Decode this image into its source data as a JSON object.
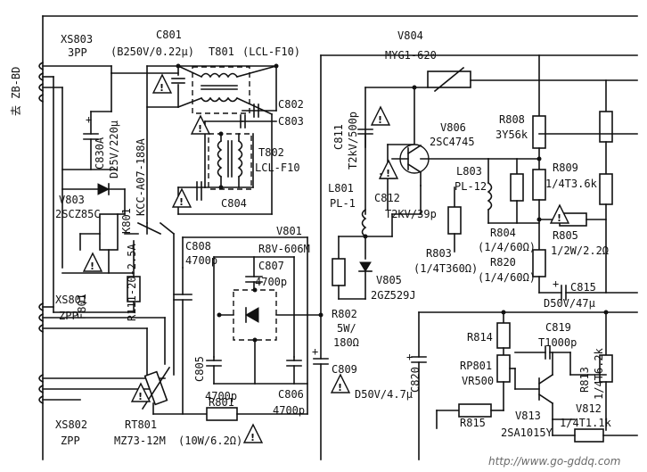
{
  "connectors": {
    "to_board": "去 ZB-BD",
    "xs803": {
      "name": "XS803",
      "type": "3PP"
    },
    "xs801": {
      "name": "XS801",
      "type": "ZPP"
    },
    "xs802": {
      "name": "XS802",
      "type": "ZPP"
    }
  },
  "components": {
    "c801": {
      "name": "C801",
      "value": "(B250V/0.22μ)"
    },
    "t801": {
      "name": "T801",
      "value": "(LCL-F10)"
    },
    "c802": {
      "name": "C802"
    },
    "c803": {
      "name": "C803"
    },
    "t802": {
      "name": "T802",
      "value": "LCL-F10"
    },
    "c804": {
      "name": "C804"
    },
    "c830a": {
      "name": "C830A",
      "value": "D25V/220μ"
    },
    "v803": {
      "name": "V803",
      "value": "2SCZ85C"
    },
    "k801": {
      "name": "K801",
      "value": "KCC-A07-188A"
    },
    "f801": {
      "name": "F801",
      "value": "R111-20-2.5A"
    },
    "v801": {
      "name": "V801",
      "value": "R8V-606M"
    },
    "c808": {
      "name": "C808",
      "value": "4700p"
    },
    "c807": {
      "name": "C807",
      "value": "4700p"
    },
    "c805": {
      "name": "C805",
      "value": "4700p"
    },
    "c806": {
      "name": "C806",
      "value": "4700p"
    },
    "rt801": {
      "name": "RT801",
      "value": "MZ73-12M"
    },
    "r801": {
      "name": "R801",
      "value": "(10W/6.2Ω)"
    },
    "v804": {
      "name": "V804",
      "value": "MYG1-620"
    },
    "c811": {
      "name": "C811",
      "value": "T2kV/500p"
    },
    "c812": {
      "name": "C812",
      "value": "T2KV/39p"
    },
    "v806": {
      "name": "V806",
      "value": "2SC4745"
    },
    "l801": {
      "name": "L801",
      "value": "PL-1"
    },
    "l803": {
      "name": "L803",
      "value": "PL-12"
    },
    "r808": {
      "name": "R808",
      "value": "3Y56k"
    },
    "r809": {
      "name": "R809",
      "value": "1/4T3.6k"
    },
    "r803": {
      "name": "R803",
      "value": "(1/4T360Ω)"
    },
    "r804": {
      "name": "R804",
      "value": "(1/4/60Ω)"
    },
    "r805": {
      "name": "R805",
      "value": "1/2W/2.2Ω"
    },
    "r820": {
      "name": "R820",
      "value": "(1/4/60Ω)"
    },
    "v805": {
      "name": "V805",
      "value": "2GZ529J"
    },
    "r802": {
      "name": "R802",
      "value": "5W/",
      "value2": "180Ω"
    },
    "c815": {
      "name": "C815",
      "value": "D50V/47μ"
    },
    "c809": {
      "name": "C809"
    },
    "c820": {
      "name": "C820",
      "value": "D50V/4.7μ"
    },
    "r814": {
      "name": "R814"
    },
    "c819": {
      "name": "C819",
      "value": "T1000p"
    },
    "rp801": {
      "name": "RP801",
      "value": "VR500"
    },
    "r813": {
      "name": "R813",
      "value": "1/4T6.2k"
    },
    "r815": {
      "name": "R815"
    },
    "v813": {
      "name": "V813",
      "value": "2SA1015Y"
    },
    "v812": {
      "name": "V812",
      "value": "1/4T1.1k"
    }
  },
  "warning_symbol": "!",
  "plus_sign": "+",
  "watermark": "http://www.go-gddq.com"
}
